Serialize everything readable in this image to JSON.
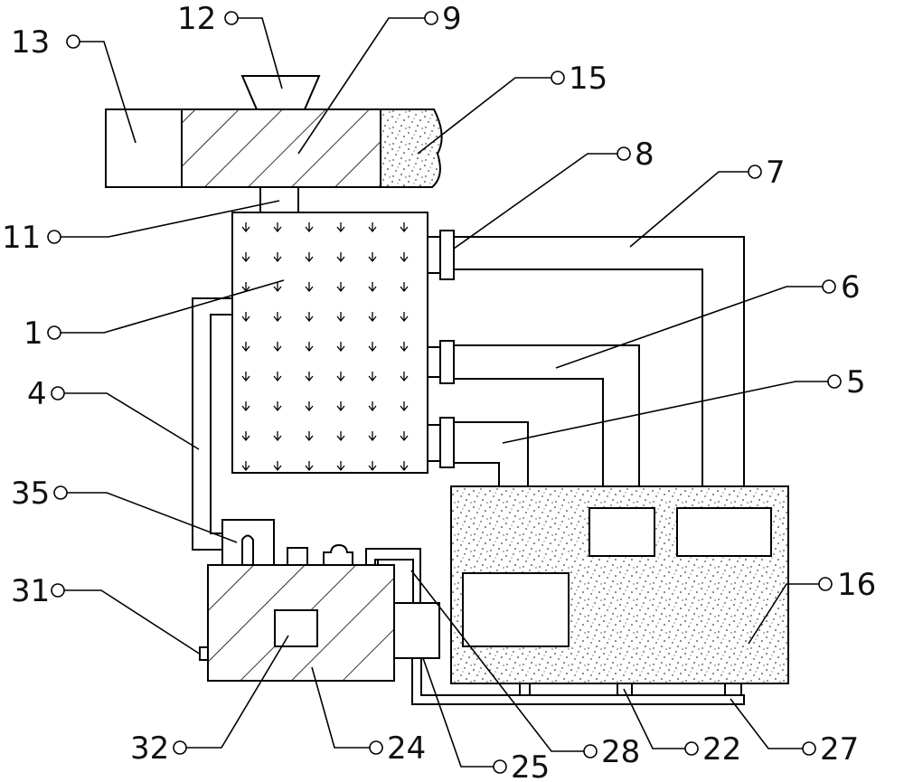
{
  "callouts": {
    "c1": "1",
    "c4": "4",
    "c5": "5",
    "c6": "6",
    "c7": "7",
    "c8": "8",
    "c9": "9",
    "c11": "11",
    "c12": "12",
    "c13": "13",
    "c15": "15",
    "c16": "16",
    "c22": "22",
    "c24": "24",
    "c25": "25",
    "c27": "27",
    "c28": "28",
    "c31": "31",
    "c32": "32",
    "c35": "35"
  },
  "colors": {
    "line": "#000000",
    "background": "#ffffff"
  }
}
